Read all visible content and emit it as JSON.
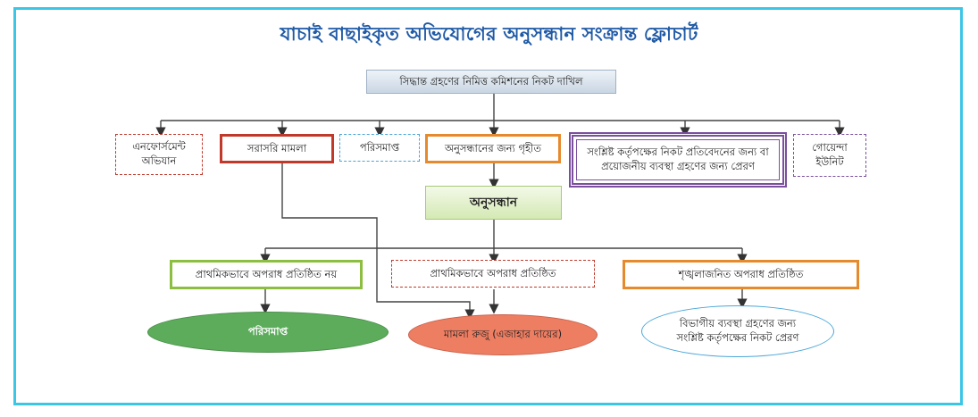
{
  "title": "যাচাই বাছাইকৃত অভিযোগের অনুসন্ধান সংক্রান্ত ফ্লোচার্ট",
  "nodes": {
    "commission": "সিদ্ধান্ত গ্রহণের নিমিত্ত কমিশনের নিকট দাখিল",
    "enforcement": "এনফোর্সমেন্ট অভিযান",
    "direct_case": "সরাসরি মামলা",
    "closed_top": "পরিসমাপ্ত",
    "accepted": "অনুসন্ধানের জন্য গৃহীত",
    "authority_report": "সংশ্লিষ্ট কর্তৃপক্ষের নিকট প্রতিবেদনের জন্য বা প্রয়োজনীয় ব্যবস্থা গ্রহণের জন্য প্রেরণ",
    "intel_unit": "গোয়েন্দা ইউনিট",
    "investigation": "অনুসন্ধান",
    "not_established": "প্রাথমিকভাবে অপরাধ প্রতিষ্ঠিত নয়",
    "established": "প্রাথমিকভাবে অপরাধ প্রতিষ্ঠিত",
    "disciplinary": "শৃঙ্খলাজনিত অপরাধ প্রতিষ্ঠিত",
    "closed_bottom": "পরিসমাপ্ত",
    "case_filed": "মামলা রুজু (এজাহার দায়ের)",
    "departmental": "বিভাগীয় ব্যবস্থা গ্রহণের জন্য সংশ্লিষ্ট কর্তৃপক্ষের নিকট প্রেরণ"
  },
  "colors": {
    "frame": "#3cc6e6",
    "title": "#1f5aa6",
    "red": "#c0392b",
    "orange": "#e68a2e",
    "green_border": "#8cbf3f",
    "purple": "#7b4f9e",
    "blue_dashed": "#4aa6d8",
    "closed_fill": "#5cac5c",
    "case_fill": "#ee7e62"
  }
}
